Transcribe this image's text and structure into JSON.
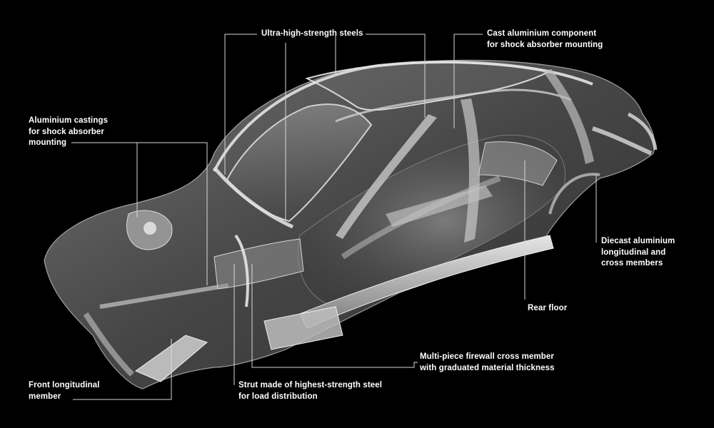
{
  "labels": {
    "ultra_high_strength": [
      "Ultra-high-strength steels"
    ],
    "cast_aluminium_component": [
      "Cast aluminium component",
      "for shock absorber mounting"
    ],
    "aluminium_castings": [
      "Aluminium castings",
      "for shock absorber",
      "mounting"
    ],
    "diecast_aluminium": [
      "Diecast aluminium",
      "longitudinal and",
      "cross members"
    ],
    "rear_floor": [
      "Rear floor"
    ],
    "firewall": [
      "Multi-piece firewall cross member",
      "with graduated material thickness"
    ],
    "strut": [
      "Strut made of highest-strength steel",
      "for load distribution"
    ],
    "front_longitudinal": [
      "Front longitudinal",
      "member"
    ]
  },
  "colors": {
    "background": "#000000",
    "label_text": "#ffffff",
    "leader_line": "#d8d8d8",
    "body_light": "#c9c9c9",
    "body_mid": "#8c8c8c",
    "body_dark": "#3a3a3a"
  }
}
